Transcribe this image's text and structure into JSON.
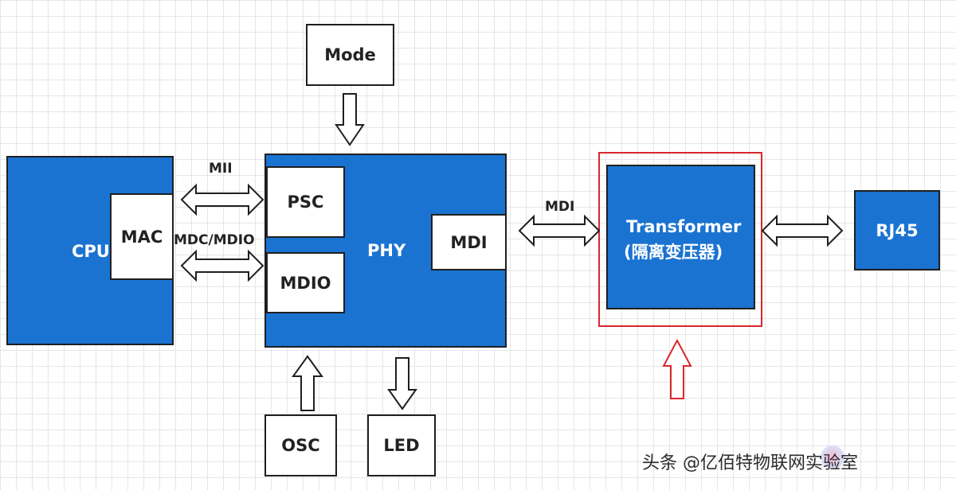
{
  "blocks": {
    "mode": "Mode",
    "cpu": "CPU",
    "mac": "MAC",
    "phy": "PHY",
    "psc": "PSC",
    "mdio": "MDIO",
    "mdi_block": "MDI",
    "transformer_line1": "Transformer",
    "transformer_line2": "(隔离变压器)",
    "rj45": "RJ45",
    "osc": "OSC",
    "led": "LED"
  },
  "links": {
    "mii": "MII",
    "mdc_mdio": "MDC/MDIO",
    "mdi": "MDI"
  },
  "watermark": "头条 @亿佰特物联网实验室",
  "colors": {
    "block_blue": "#1a73d1",
    "highlight_red": "#d9262b",
    "border": "#1f1f1f"
  }
}
